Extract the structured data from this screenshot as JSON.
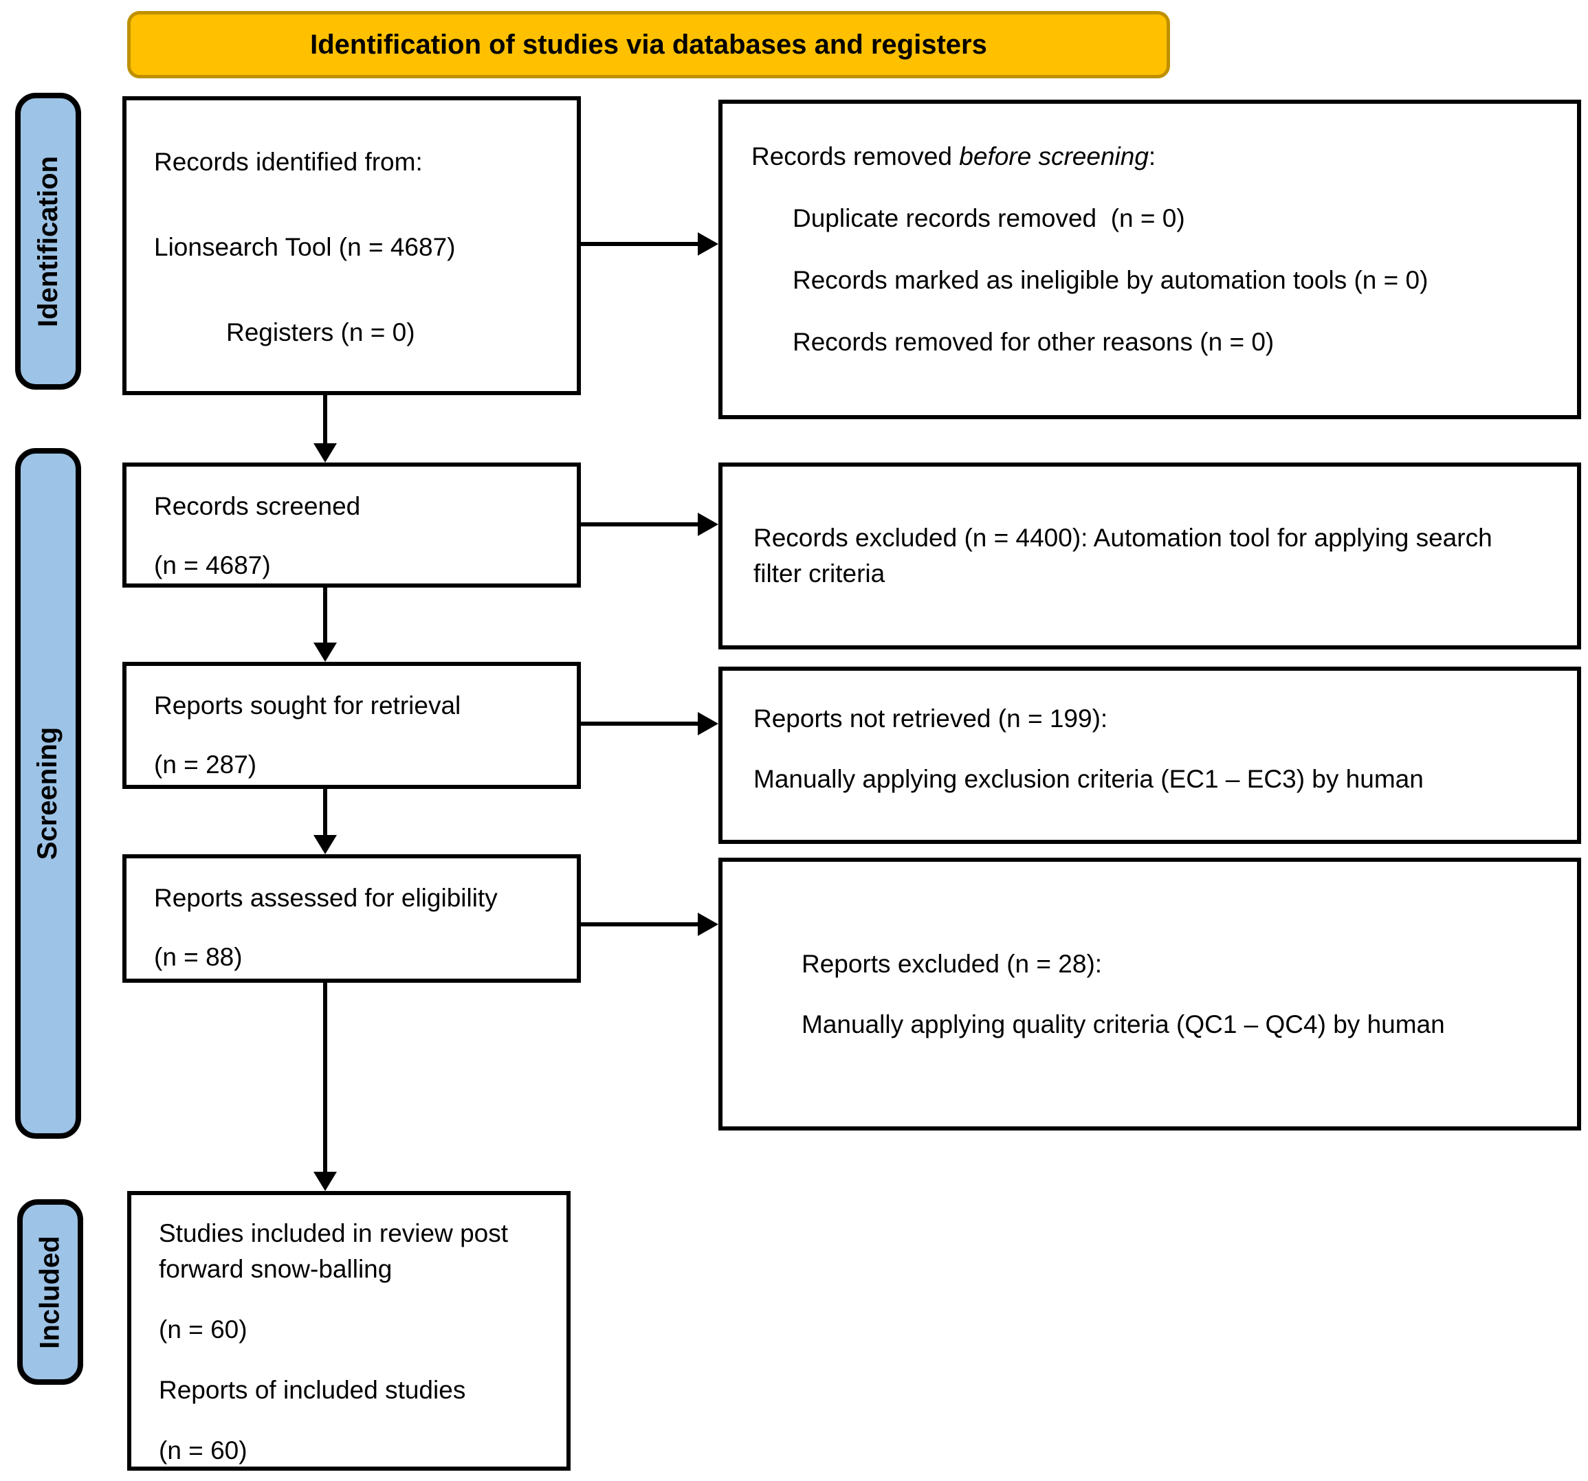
{
  "banner_title": "Identification of studies via databases and registers",
  "stage_labels": {
    "identification": "Identification",
    "screening": "Screening",
    "included": "Included"
  },
  "boxes": {
    "records_identified": {
      "line1": "Records identified from:",
      "line2": "Lionsearch Tool (n = 4687)",
      "line3": "Registers (n = 0)"
    },
    "records_removed": {
      "heading_prefix": "Records removed ",
      "heading_italic": "before screening",
      "heading_suffix": ":",
      "item1": "Duplicate records removed  (n = 0)",
      "item2": "Records marked as ineligible by automation tools (n = 0)",
      "item3": "Records removed for other reasons (n = 0)"
    },
    "records_screened": {
      "line1": "Records screened",
      "line2": "(n = 4687)"
    },
    "records_excluded": {
      "line1": "Records excluded (n = 4400): Automation tool for applying search filter criteria"
    },
    "reports_sought": {
      "line1": "Reports sought for retrieval",
      "line2": "(n = 287)"
    },
    "reports_not_retrieved": {
      "line1": "Reports not retrieved (n = 199):",
      "line2": "Manually applying exclusion criteria (EC1 – EC3) by human"
    },
    "reports_assessed": {
      "line1": "Reports assessed for eligibility",
      "line2": "(n = 88)"
    },
    "reports_excluded": {
      "line1": "Reports excluded (n = 28):",
      "line2": "Manually applying quality criteria (QC1 – QC4) by human"
    },
    "studies_included": {
      "line1": "Studies included in review post forward snow-balling",
      "line2": "(n = 60)",
      "line3": "Reports of included studies",
      "line4": "(n = 60)"
    }
  },
  "colors": {
    "banner_fill": "#FFC000",
    "banner_border": "#BF9000",
    "stage_fill": "#9DC3E6",
    "box_fill": "#FFFFFF",
    "line_color": "#000000"
  }
}
